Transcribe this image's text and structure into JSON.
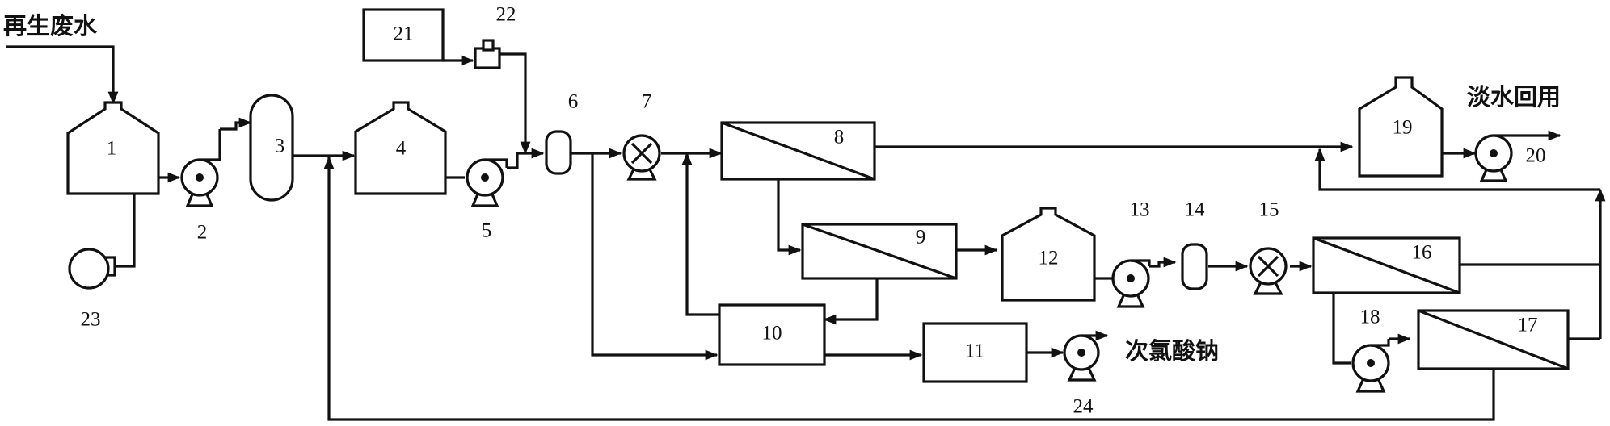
{
  "labels": {
    "regen_wastewater": "再生废水",
    "fresh_water_reuse": "淡水回用",
    "sodium_hypochlorite": "次氯酸钠"
  },
  "units": {
    "u1": "1",
    "u2": "2",
    "u3": "3",
    "u4": "4",
    "u5": "5",
    "u6": "6",
    "u7": "7",
    "u8": "8",
    "u9": "9",
    "u10": "10",
    "u11": "11",
    "u12": "12",
    "u13": "13",
    "u14": "14",
    "u15": "15",
    "u16": "16",
    "u17": "17",
    "u18": "18",
    "u19": "19",
    "u20": "20",
    "u21": "21",
    "u22": "22",
    "u23": "23",
    "u24": "24"
  },
  "colors": {
    "line": "#111111",
    "background": "#ffffff"
  }
}
